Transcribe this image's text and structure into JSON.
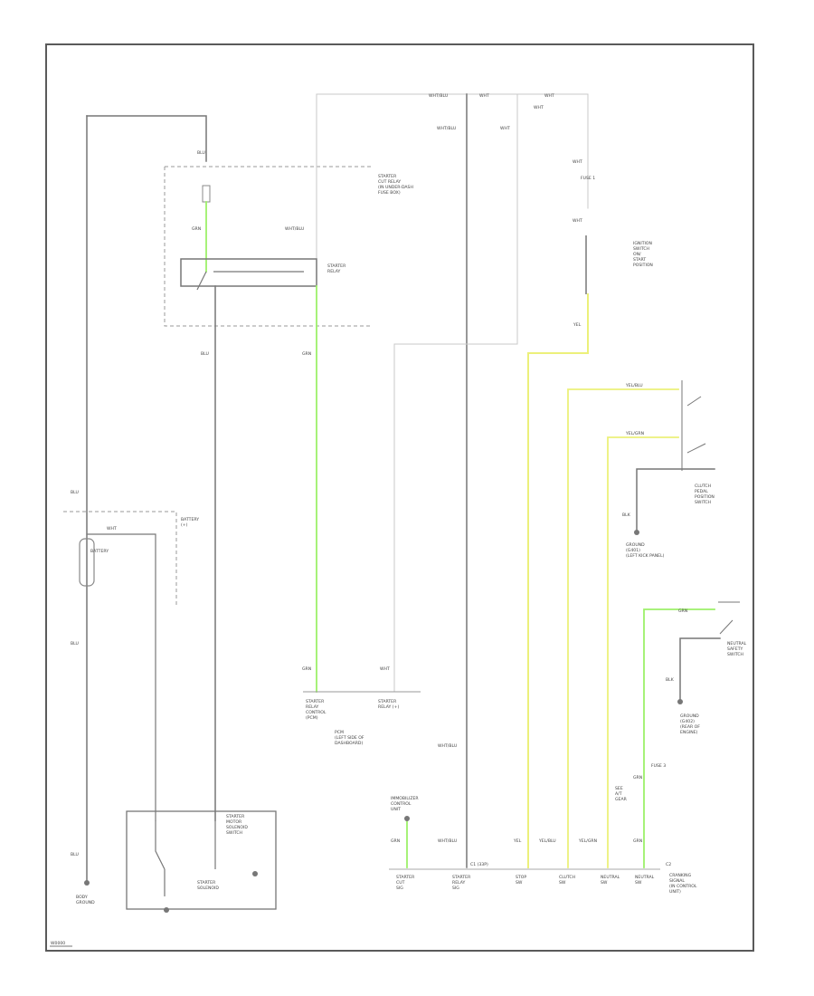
{
  "colors": {
    "frame": "#5a5a5a",
    "wire_black": "#777777",
    "wire_light": "#c8c8c8",
    "wire_green": "#9df06a",
    "wire_yellow": "#ecf07a",
    "text": "#444444"
  },
  "labels": {
    "fuse_top": "BLU",
    "relay_box": [
      "STARTER",
      "CUT RELAY",
      "(IN UNDER-DASH",
      "FUSE BOX)"
    ],
    "fuse_wire_top": "BLU",
    "fuse_wire_grn": "GRN",
    "relay_in": "WHT/BLU",
    "relay_name": [
      "STARTER",
      "RELAY"
    ],
    "relay_out_left": "BLU",
    "relay_out_right": "GRN",
    "top_wht_blu": "WHT/BLU",
    "top_wht1": "WHT",
    "top_wht2": "WHT",
    "top_wht3": "WHT",
    "mid_wht_blu": "WHT/BLU",
    "mid_wht": "WHT",
    "ign_wht": "WHT",
    "ign_fuse": "FUSE 1",
    "ign_wht2": "WHT",
    "ign_sw": [
      "IGNITION",
      "SWITCH",
      "ON/",
      "START",
      "POSITION"
    ],
    "ign_yel": "YEL",
    "left_blu1": "BLU",
    "battery_label": [
      "BATTERY",
      "(+)"
    ],
    "battery": [
      "BATTERY"
    ],
    "battery_wire": "WHT",
    "left_blu2": "BLU",
    "left_blu3": "BLU",
    "ground_label": [
      "BODY",
      "GROUND"
    ],
    "starter_box_top": [
      "STARTER",
      "MOTOR",
      "SOLENOID",
      "SWITCH"
    ],
    "starter_label": [
      "STARTER",
      "SOLENOID"
    ],
    "pcm_grn": "GRN",
    "pcm_label": [
      "STARTER",
      "RELAY",
      "CONTROL",
      "(PCM)"
    ],
    "pcm2_wht": "WHT",
    "pcm2_label": [
      "STARTER",
      "RELAY (+)"
    ],
    "pcm_common": [
      "PCM",
      "(LEFT SIDE OF",
      "DASHBOARD)"
    ],
    "clutch_sw": [
      "CLUTCH",
      "PEDAL",
      "POSITION",
      "SWITCH"
    ],
    "clutch_yel_blu": "YEL/BLU",
    "clutch_yel_grn": "YEL/GRN",
    "clutch_blk": "BLK",
    "ground2": [
      "GROUND",
      "(G401)",
      "(LEFT KICK PANEL)"
    ],
    "neutral_grn": "GRN",
    "neutral_sw": [
      "NEUTRAL",
      "SAFETY",
      "SWITCH"
    ],
    "neutral_blk": "BLK",
    "ground3": [
      "GROUND",
      "(G402)",
      "(REAR OF",
      "ENGINE)"
    ],
    "red_fuse": "FUSE 3",
    "red_grn": "GRN",
    "red_label": [
      "SEE",
      "A/T",
      "GEAR"
    ],
    "bottom_imm_label": [
      "IMMOBILIZER",
      "CONTROL",
      "UNIT"
    ],
    "bottom_grn": "GRN",
    "bottom_wht_blu": "WHT/BLU",
    "bottom_yel": "YEL",
    "bottom_yel_blu": "YEL/BLU",
    "bottom_yel_grn": "YEL/GRN",
    "bottom_grn2": "GRN",
    "bottom_conn": "C1 (33P)",
    "bottom_c2": "C2",
    "bottom_pins": [
      [
        "STARTER",
        "CUT",
        "SIG"
      ],
      [
        "STARTER",
        "RELAY",
        "SIG"
      ],
      [
        "STOP",
        "SW"
      ],
      [
        "CLUTCH",
        "SW"
      ],
      [
        "NEUTRAL",
        "SW"
      ],
      [
        "NEUTRAL",
        "SW"
      ]
    ],
    "bottom_right": [
      "CRANKING",
      "SIGNAL",
      "(IN CONTROL",
      "UNIT)"
    ],
    "footer_tag": "W0000"
  }
}
